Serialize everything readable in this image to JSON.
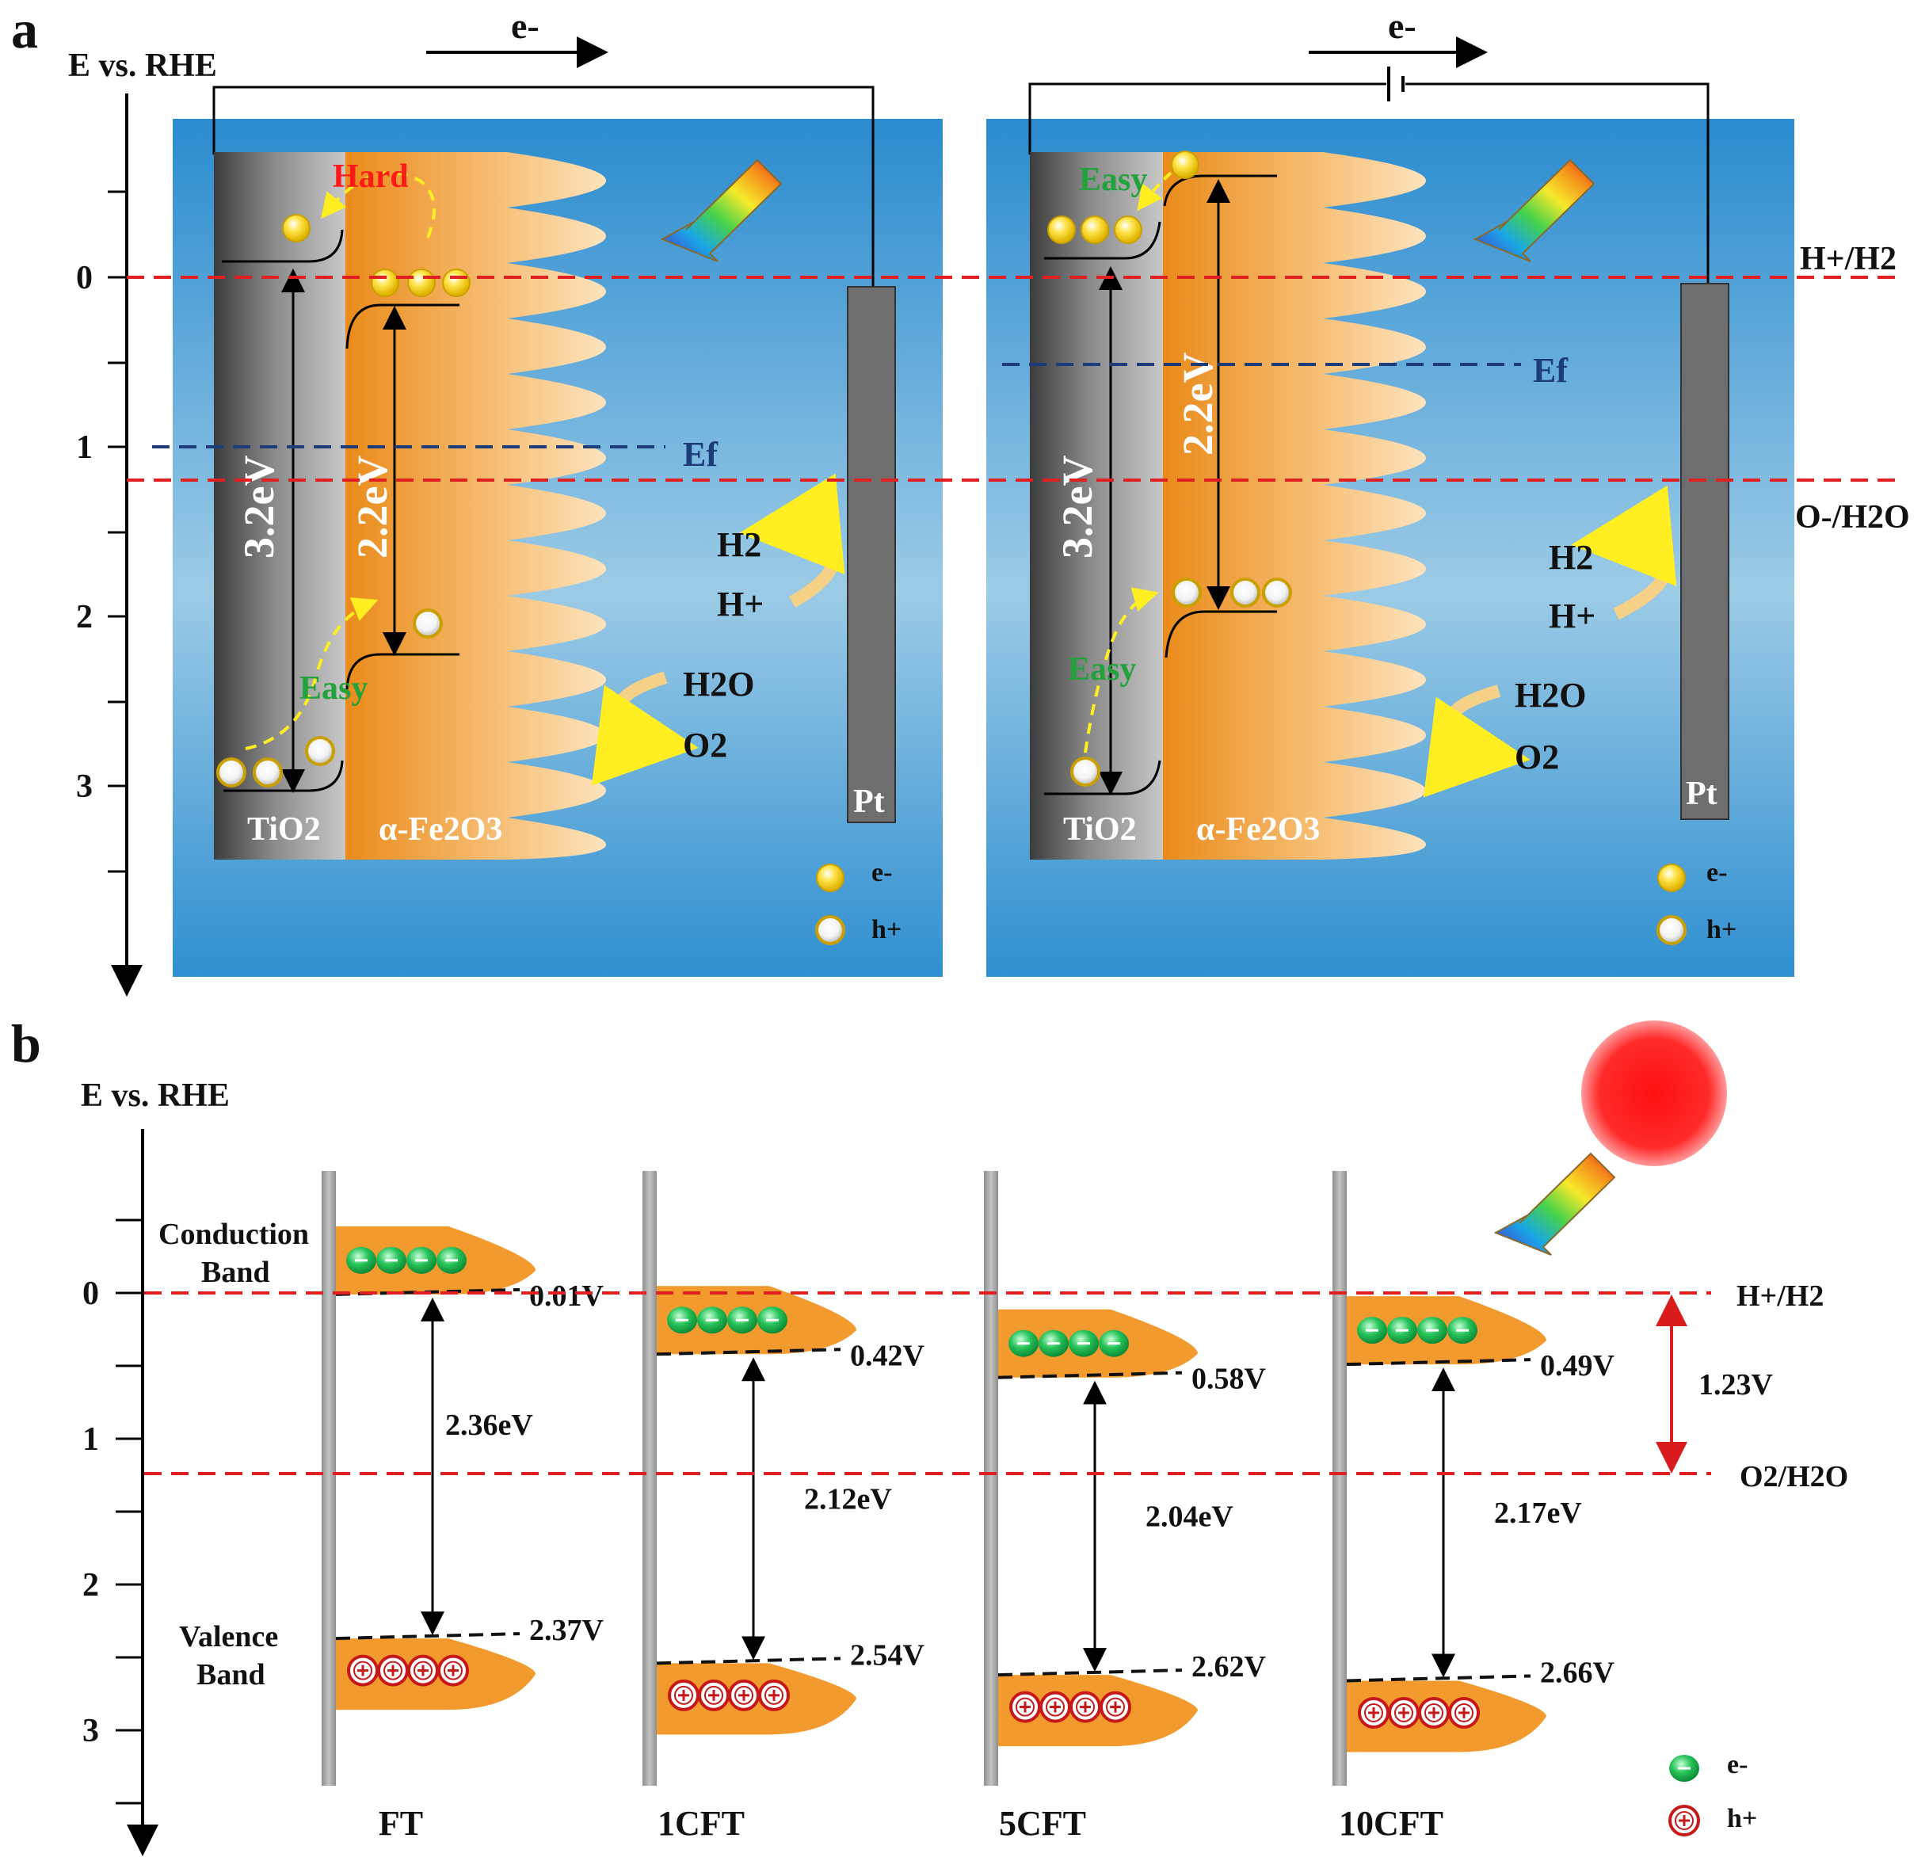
{
  "panel_a": {
    "label": "a",
    "axis_title": "E vs. RHE",
    "ticks": [
      "0",
      "1",
      "2",
      "3"
    ],
    "electron_arrow_label": "e-",
    "redox_labels": {
      "h2": "H+/H2",
      "o2": "O-/H2O"
    },
    "legend": {
      "electron": "e-",
      "hole": "h+"
    },
    "left": {
      "fermi_label": "Ef",
      "tio2_gap": "3.2eV",
      "fe2o3_gap": "2.2eV",
      "hard_label": "Hard",
      "easy_label": "Easy",
      "tio2_label": "TiO2",
      "fe2o3_label": "α-Fe2O3",
      "pt_label": "Pt",
      "h2": "H2",
      "h_plus": "H+",
      "h2o": "H2O",
      "o2": "O2"
    },
    "right": {
      "fermi_label": "Ef",
      "tio2_gap": "3.2eV",
      "fe2o3_gap": "2.2eV",
      "easy_top_label": "Easy",
      "easy_label": "Easy",
      "tio2_label": "TiO2",
      "fe2o3_label": "α-Fe2O3",
      "pt_label": "Pt",
      "h2": "H2",
      "h_plus": "H+",
      "h2o": "H2O",
      "o2": "O2"
    }
  },
  "panel_b": {
    "label": "b",
    "axis_title": "E vs. RHE",
    "ticks": [
      "0",
      "1",
      "2",
      "3"
    ],
    "conduction_band_label": [
      "Conduction",
      "Band"
    ],
    "valence_band_label": [
      "Valence",
      "Band"
    ],
    "redox_labels": {
      "h2": "H+/H2",
      "o2": "O2/H2O",
      "gap": "1.23V"
    },
    "legend": {
      "electron": "e-",
      "hole": "h+"
    },
    "samples": [
      {
        "name": "FT",
        "cb": "0.01V",
        "vb": "2.37V",
        "gap": "2.36eV",
        "cb_value": 0.01,
        "vb_value": 2.37
      },
      {
        "name": "1CFT",
        "cb": "0.42V",
        "vb": "2.54V",
        "gap": "2.12eV",
        "cb_value": 0.42,
        "vb_value": 2.54
      },
      {
        "name": "5CFT",
        "cb": "0.58V",
        "vb": "2.62V",
        "gap": "2.04eV",
        "cb_value": 0.58,
        "vb_value": 2.62
      },
      {
        "name": "10CFT",
        "cb": "0.49V",
        "vb": "2.66V",
        "gap": "2.17eV",
        "cb_value": 0.49,
        "vb_value": 2.66
      }
    ]
  },
  "colors": {
    "electrolyte": "#2f8fd0",
    "fe2o3": "#f29a2e",
    "tio2": "#9a9a9a",
    "redox_line": "#e02020",
    "fermi_line": "#1f3c7a",
    "electron_b": "#27c35a",
    "hole_b": "#d01b1b"
  }
}
